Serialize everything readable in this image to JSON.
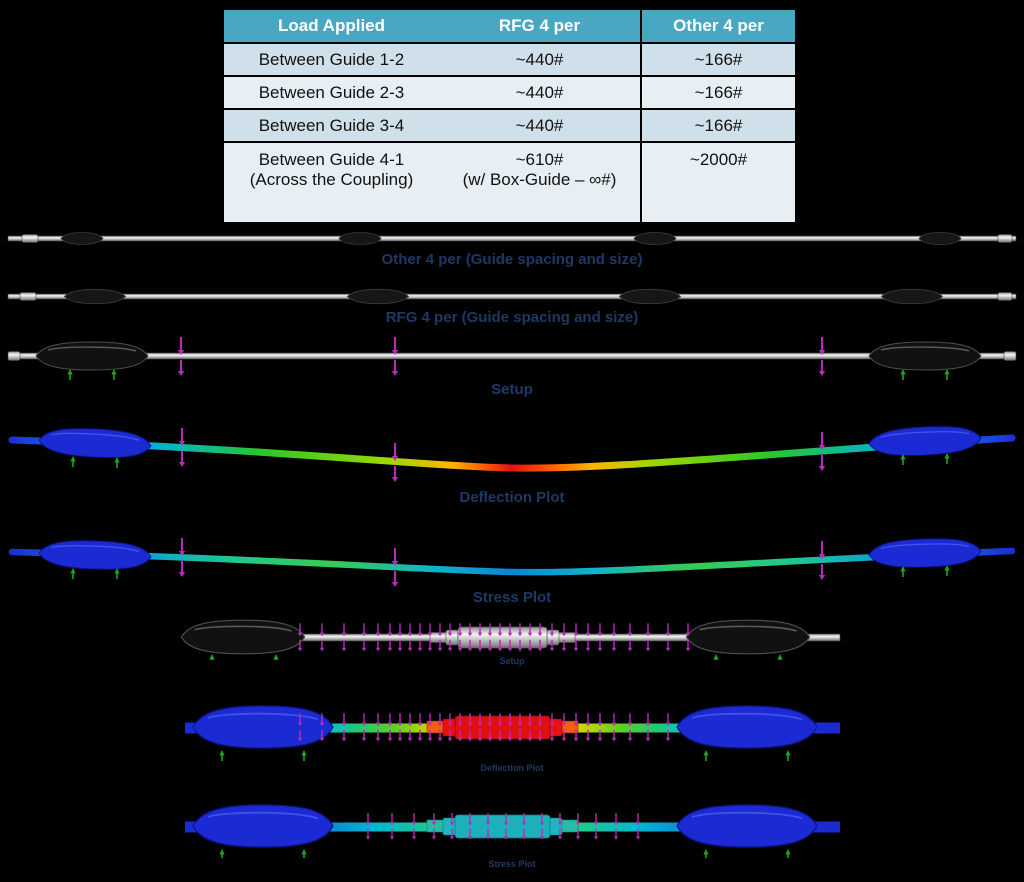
{
  "table": {
    "headers": [
      "Load Applied",
      "RFG 4 per",
      "Other 4 per"
    ],
    "rows": [
      {
        "load": "Between Guide 1-2",
        "rfg": "~440#",
        "other": "~166#"
      },
      {
        "load": "Between Guide 2-3",
        "rfg": "~440#",
        "other": "~166#"
      },
      {
        "load": "Between Guide 3-4",
        "rfg": "~440#",
        "other": "~166#"
      },
      {
        "load": "Between Guide 4-1\n(Across the Coupling)",
        "rfg": "~610#\n(w/ Box-Guide – ∞#)",
        "other": "~2000#"
      }
    ]
  },
  "figures": [
    {
      "caption": "Other 4 per (Guide spacing and size)"
    },
    {
      "caption": "RFG 4 per (Guide spacing and size)"
    },
    {
      "caption": "Setup"
    },
    {
      "caption": "Deflection Plot"
    },
    {
      "caption": "Stress Plot"
    },
    {
      "caption": "Setup"
    },
    {
      "caption": "Deflection Plot"
    },
    {
      "caption": "Stress Plot"
    }
  ],
  "colors": {
    "table_header_bg": "#4aa7c3",
    "table_row_medium": "#cfe0ea",
    "table_row_light": "#e7eff4",
    "caption_text": "#1f3864",
    "load_arrow_magenta": "#b82ab8",
    "support_tick_green": "#1ca51c",
    "deflection_max_red": "#e81010",
    "deflection_min_blue": "#2030d8"
  }
}
